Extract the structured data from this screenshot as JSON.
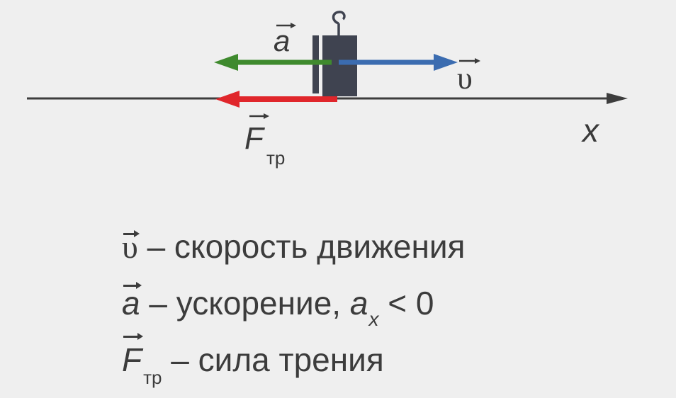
{
  "diagram": {
    "labels": {
      "acceleration": "a",
      "velocity": "υ",
      "friction": "F",
      "friction_sub": "тр",
      "axis": "x"
    },
    "colors": {
      "background": "#efefef",
      "axis": "#3d3d3d",
      "acceleration_arrow": "#3f8a2e",
      "velocity_arrow": "#3b6cb0",
      "friction_arrow": "#e0262b",
      "block": "#3f4350"
    }
  },
  "legend": {
    "rows": [
      {
        "symbol": "υ",
        "sub": "",
        "text": "– скорость движения"
      },
      {
        "symbol": "a",
        "sub": "",
        "text": "– ускорение, ",
        "math_sym": "a",
        "math_sub": "x",
        "math_rest": " < 0"
      },
      {
        "symbol": "F",
        "sub": "тр",
        "text": " – сила трения"
      }
    ]
  }
}
